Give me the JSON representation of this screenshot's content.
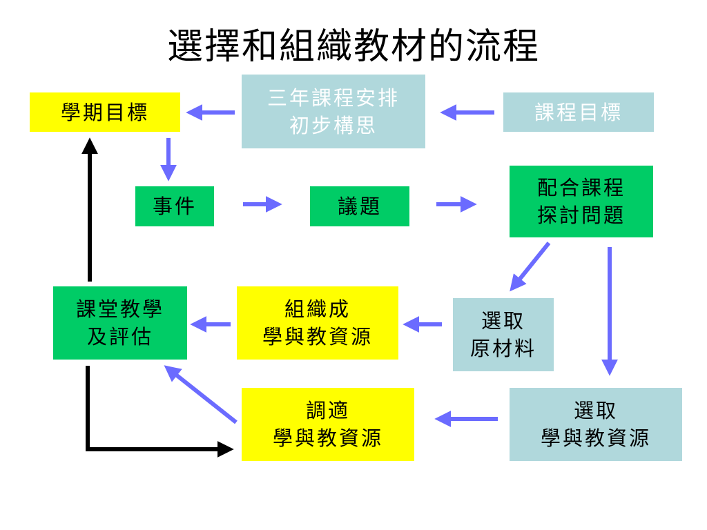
{
  "title": "選擇和組織教材的流程",
  "boxes": {
    "semester_goals": {
      "lines": [
        "學期目標"
      ],
      "color": "#ffff00"
    },
    "three_year_plan": {
      "lines": [
        "三年課程安排",
        "初步構思"
      ],
      "color": "#b0d8dc"
    },
    "course_goals": {
      "lines": [
        "課程目標"
      ],
      "color": "#b0d8dc"
    },
    "events": {
      "lines": [
        "事件"
      ],
      "color": "#00cc66"
    },
    "issues": {
      "lines": [
        "議題"
      ],
      "color": "#00cc66"
    },
    "discuss_issues": {
      "lines": [
        "配合課程",
        "探討問題"
      ],
      "color": "#00cc66"
    },
    "classroom_teaching": {
      "lines": [
        "課堂教學",
        "及評估"
      ],
      "color": "#00cc66"
    },
    "organize_resources": {
      "lines": [
        "組織成",
        "學與教資源"
      ],
      "color": "#ffff00"
    },
    "select_raw_materials": {
      "lines": [
        "選取",
        "原材料"
      ],
      "color": "#b0d8dc"
    },
    "adapt_resources": {
      "lines": [
        "調適",
        "學與教資源"
      ],
      "color": "#ffff00"
    },
    "select_resources": {
      "lines": [
        "選取",
        "學與教資源"
      ],
      "color": "#b0d8dc"
    }
  },
  "colors": {
    "arrow_blue": "#6b6bff",
    "arrow_black": "#000000",
    "yellow": "#ffff00",
    "green": "#00cc66",
    "light_blue": "#b0d8dc"
  }
}
